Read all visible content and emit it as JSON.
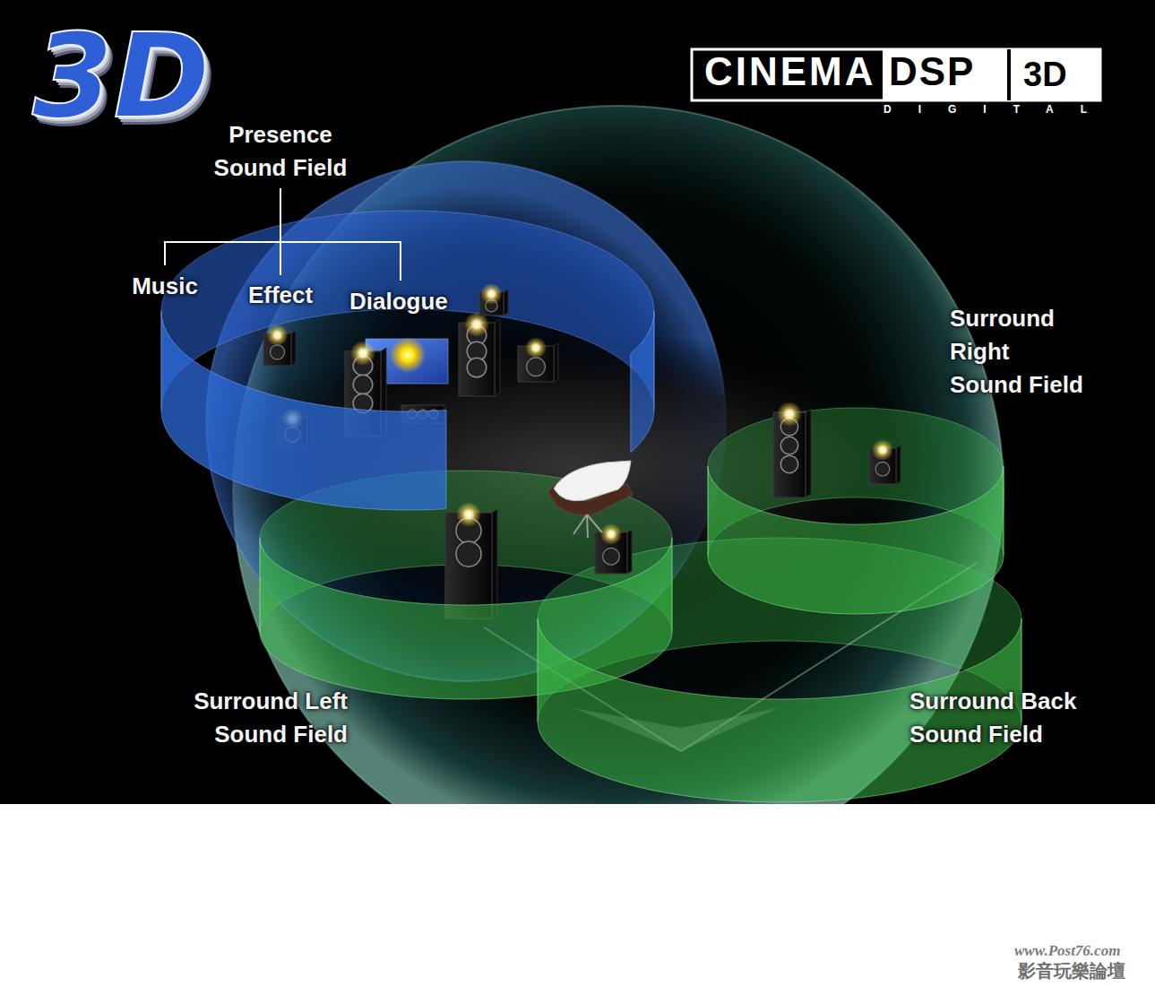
{
  "diagram": {
    "labels": [
      "3D",
      "CINEMA",
      "DSP",
      "3D",
      "DIGITAL",
      "Presence Sound Field",
      "Music",
      "Effect",
      "Dialogue",
      "Surround Right Sound Field",
      "Surround Left Sound Field",
      "Surround Back Sound Field",
      "www.Post76.com",
      "影音玩樂論壇"
    ]
  }
}
